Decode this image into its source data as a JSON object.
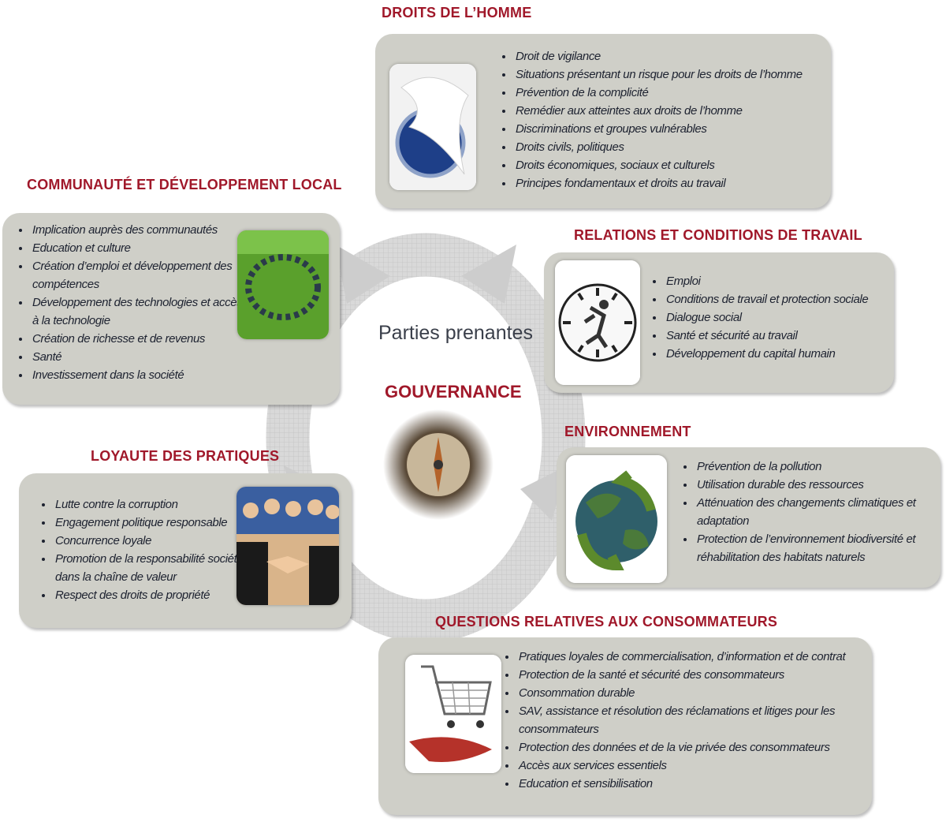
{
  "center": {
    "stakeholders": "Parties prenantes",
    "governance": "GOUVERNANCE"
  },
  "sections": {
    "human_rights": {
      "title": "DROITS DE L’HOMME",
      "items": [
        "Droit de vigilance",
        "Situations présentant un risque pour les droits de l’homme",
        "Prévention de la complicité",
        "Remédier aux atteintes aux droits de l’homme",
        "Discriminations et groupes vulnérables",
        "Droits civils, politiques",
        "Droits économiques, sociaux et culturels",
        "Principes fondamentaux et droits au travail"
      ]
    },
    "community": {
      "title": "COMMUNAUTÉ ET DÉVELOPPEMENT LOCAL",
      "items": [
        "Implication auprès des communautés",
        "Education et culture",
        "Création d’emploi et développement des compétences",
        "Développement des technologies et accès à la technologie",
        "Création de richesse et de revenus",
        "Santé",
        "Investissement dans la société"
      ]
    },
    "labour": {
      "title": "RELATIONS ET CONDITIONS DE TRAVAIL",
      "items": [
        "Emploi",
        "Conditions de travail et protection sociale",
        "Dialogue social",
        "Santé et sécurité au travail",
        "Développement du capital humain"
      ]
    },
    "environment": {
      "title": "ENVIRONNEMENT",
      "items": [
        "Prévention de la pollution",
        "Utilisation durable des ressources",
        "Atténuation des changements climatiques et adaptation",
        "Protection de l’environnement biodiversité et réhabilitation des habitats naturels"
      ]
    },
    "fair_practices": {
      "title": "LOYAUTE DES PRATIQUES",
      "items": [
        "Lutte contre la corruption",
        "Engagement politique responsable",
        "Concurrence loyale",
        "Promotion de la responsabilité sociétale dans la chaîne de valeur",
        "Respect des droits de propriété"
      ]
    },
    "consumers": {
      "title": "QUESTIONS RELATIVES AUX CONSOMMATEURS",
      "items": [
        "Pratiques loyales de commercialisation, d’information  et de contrat",
        "Protection de la santé et sécurité des consommateurs",
        "Consommation durable",
        "SAV, assistance et résolution des réclamations et litiges pour les consommateurs",
        "Protection des données et de la vie privée des consommateurs",
        "Accès aux services essentiels",
        "Education et sensibilisation"
      ]
    }
  },
  "colors": {
    "title": "#a0182a",
    "box": "#cfcfc8",
    "text": "#1d2230",
    "cycle": "#d4d4d4"
  }
}
